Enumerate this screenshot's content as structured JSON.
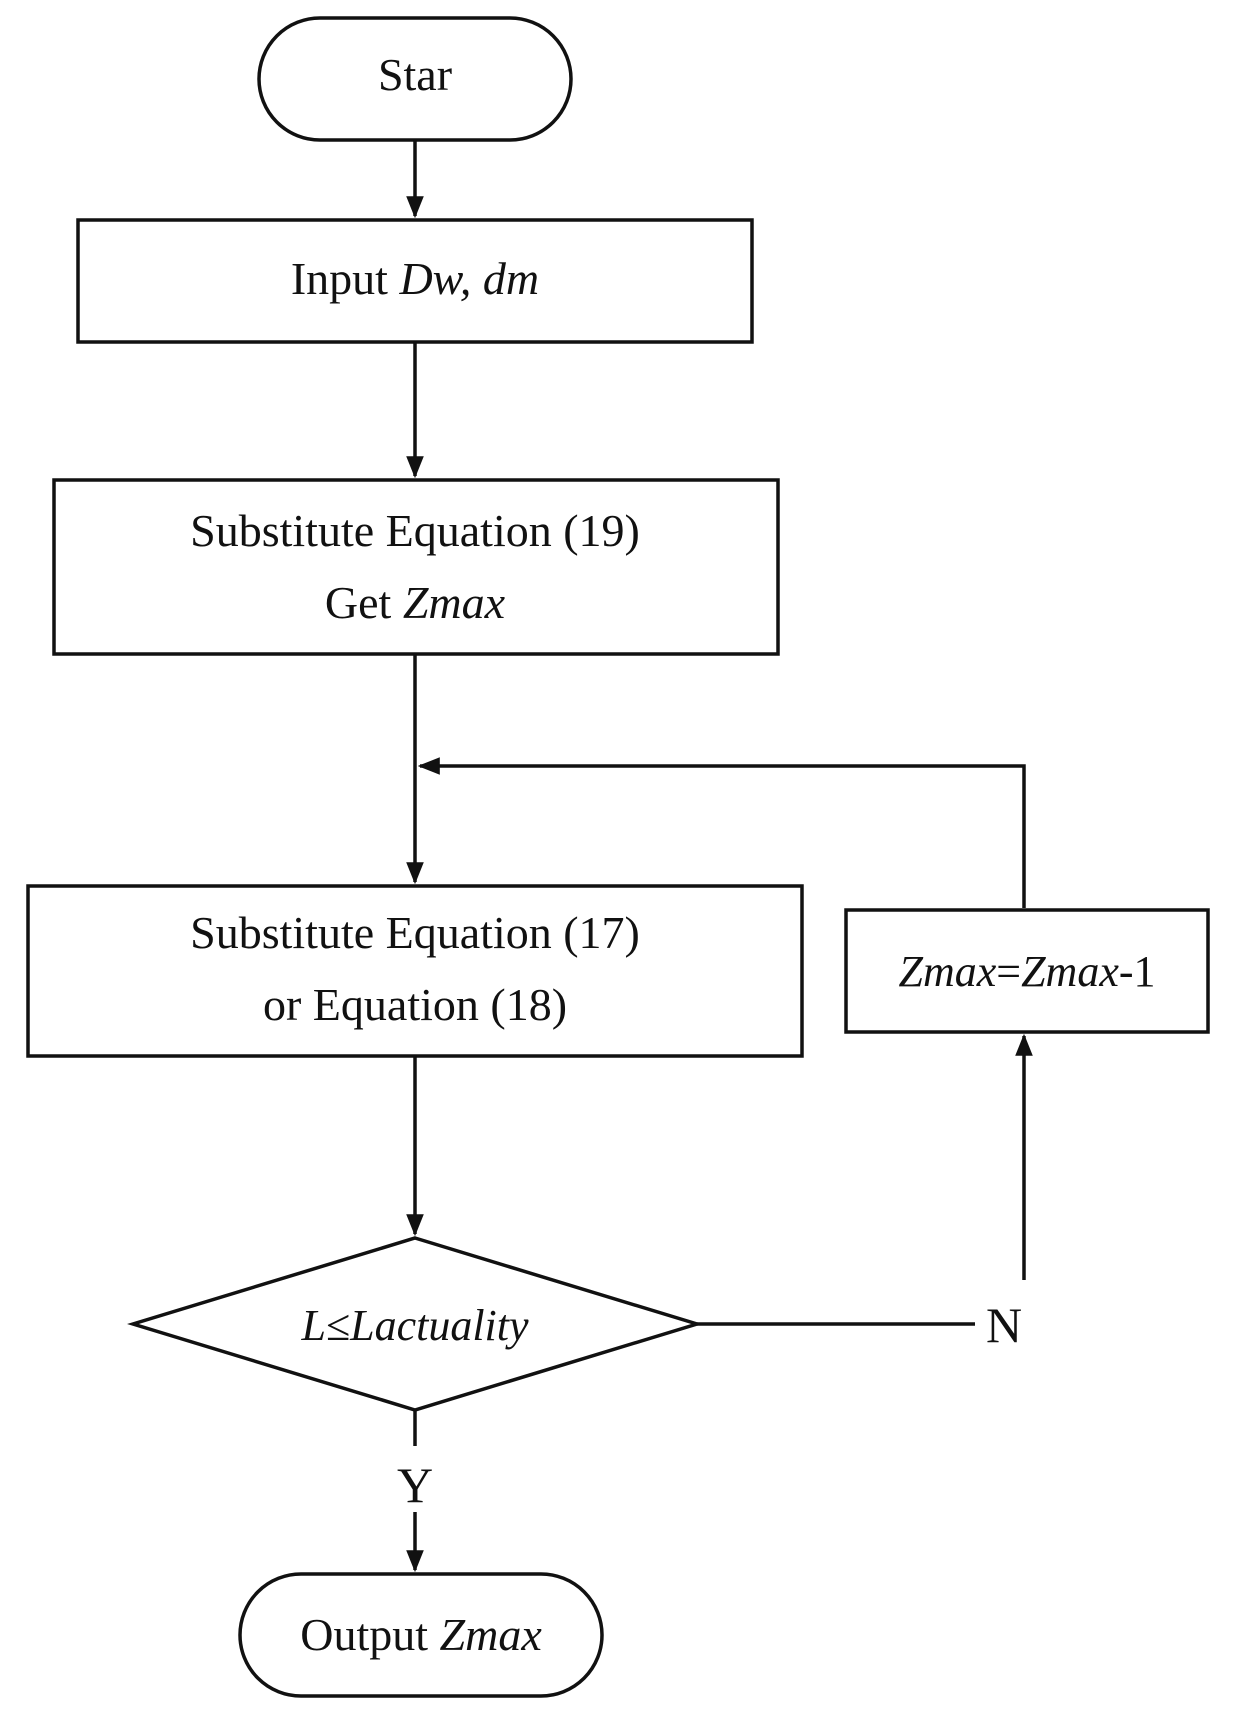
{
  "nodes": {
    "start": {
      "text": "Star"
    },
    "input": {
      "prefix": "Input ",
      "vars": "Dw, dm"
    },
    "subst19": {
      "line1": "Substitute Equation (19)",
      "line2_prefix": "Get ",
      "line2_var": "Zmax"
    },
    "subst17": {
      "line1": "Substitute Equation (17)",
      "line2": "or Equation (18)"
    },
    "decrement": {
      "lhs": "Zmax",
      "eq": "=",
      "rhs": "Zmax",
      "suffix": "-1"
    },
    "decision": {
      "lhs": "L",
      "op": "≤",
      "rhs": "Lactuality"
    },
    "output": {
      "prefix": "Output ",
      "var": "Zmax"
    }
  },
  "edges": {
    "yes_label": "Y",
    "no_label": "N"
  },
  "colors": {
    "stroke": "#111111",
    "background": "#ffffff"
  }
}
